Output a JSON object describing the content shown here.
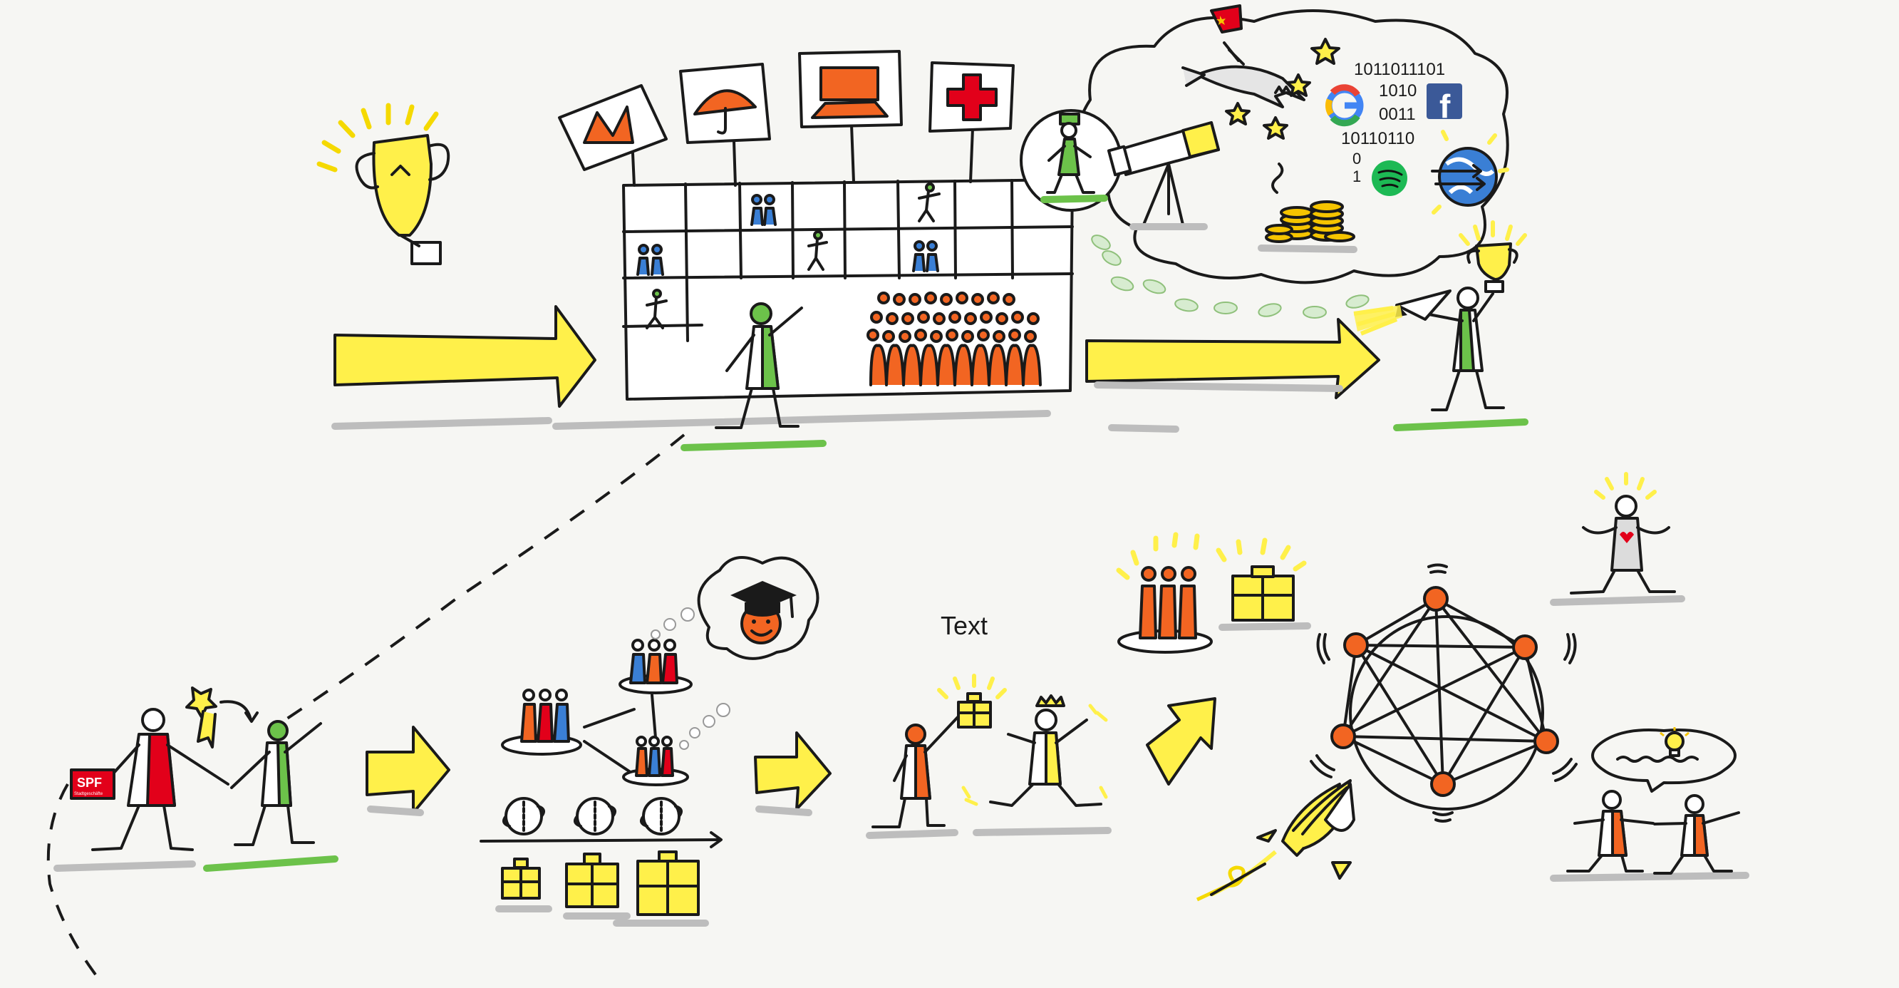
{
  "canvas": {
    "background": "#f6f6f3",
    "text_label": "Text"
  },
  "colors": {
    "yellow": "#fff04a",
    "orange": "#f26522",
    "red": "#e2001a",
    "green": "#6cc24a",
    "blue": "#3a7fd5",
    "gold": "#f5c400",
    "google_blue": "#4285f4",
    "facebook": "#3b5998",
    "spotify": "#1db954"
  },
  "thought_cloud": {
    "binary_lines": [
      "1011011101",
      "1010",
      "0011",
      "10110110",
      "0",
      "1"
    ]
  },
  "badge": {
    "spf_label": "SPF",
    "spf_sub": "Stadtgeschäfte"
  },
  "icons": {
    "google": "G",
    "facebook": "f"
  }
}
